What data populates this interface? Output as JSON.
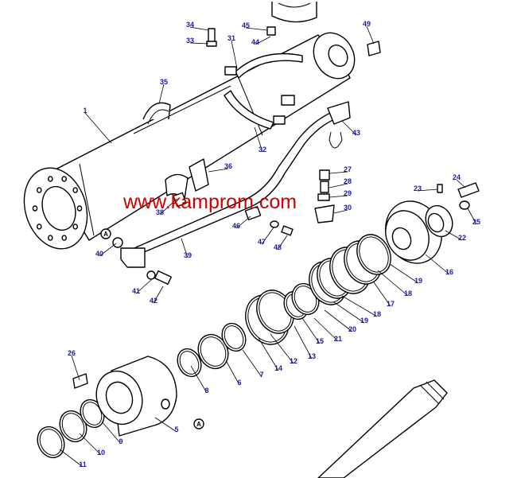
{
  "watermark": "www.kamprom.com",
  "ref_marker": "A",
  "labels": [
    "1",
    "5",
    "6",
    "7",
    "8",
    "9",
    "10",
    "11",
    "12",
    "13",
    "14",
    "15",
    "16",
    "17",
    "18",
    "18",
    "19",
    "19",
    "20",
    "21",
    "22",
    "23",
    "24",
    "25",
    "26",
    "27",
    "28",
    "29",
    "30",
    "31",
    "32",
    "33",
    "34",
    "35",
    "36",
    "38",
    "39",
    "40",
    "41",
    "42",
    "43",
    "44",
    "45",
    "46",
    "47",
    "48",
    "49"
  ],
  "colors": {
    "number_blue": "#1a1aa6",
    "watermark_red": "#cc0000",
    "line": "#000000"
  }
}
